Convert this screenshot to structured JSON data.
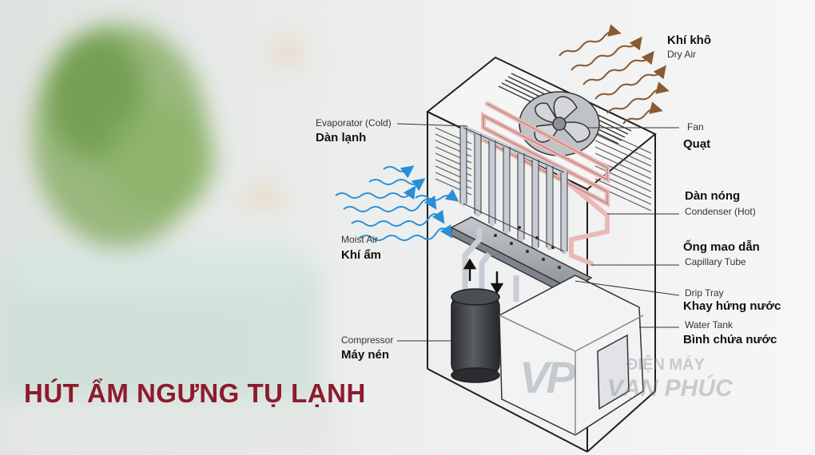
{
  "title": "HÚT ẨM NGƯNG TỤ LẠNH",
  "labels": {
    "dry_air_vi": "Khí khô",
    "dry_air_en": "Dry Air",
    "evaporator_en": "Evaporator (Cold)",
    "evaporator_vi": "Dàn lạnh",
    "fan_en": "Fan",
    "fan_vi": "Quạt",
    "condenser_vi": "Dàn nóng",
    "condenser_en": "Condenser (Hot)",
    "moist_air_en": "Moist Air",
    "moist_air_vi": "Khí ẩm",
    "capillary_vi": "Ống mao dẫn",
    "capillary_en": "Capillary Tube",
    "drip_tray_en": "Drip Tray",
    "drip_tray_vi": "Khay hứng nước",
    "water_tank_en": "Water Tank",
    "water_tank_vi": "Bình chứa nước",
    "compressor_en": "Compressor",
    "compressor_vi": "Máy nén"
  },
  "watermark": {
    "line1": "ĐIỆN MÁY",
    "line2": "VẠN PHÚC",
    "logo": "VP"
  },
  "colors": {
    "title": "#8e1a2c",
    "moist_air": "#2a8fd6",
    "dry_air": "#8a5a32",
    "evaporator_coil": "#c8ccd4",
    "condenser_coil": "#e9b9b5",
    "drip_tray": "#9ea3aa"
  }
}
